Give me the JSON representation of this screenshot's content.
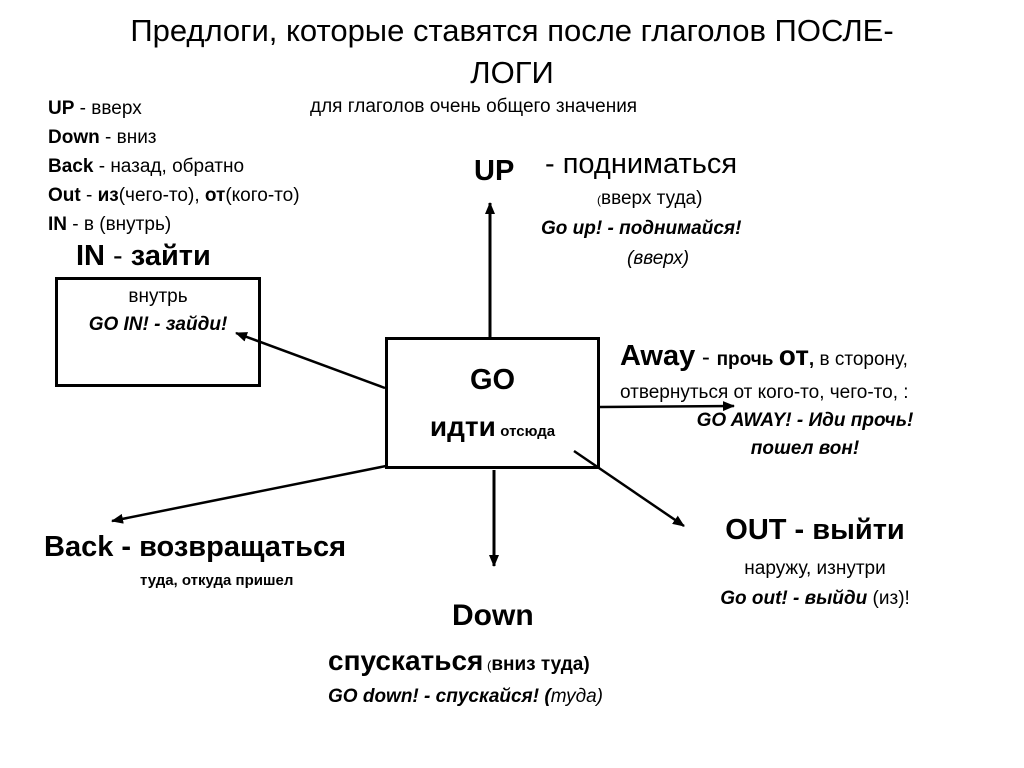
{
  "title": {
    "line1": "Предлоги, которые ставятся после глаголов ПОСЛЕ-",
    "line2": "ЛОГИ"
  },
  "subtitle": "для глаголов очень общего значения",
  "legend": [
    {
      "key": "UP",
      "sep": " - ",
      "text": "вверх"
    },
    {
      "key": "Down",
      "sep": " - ",
      "text": "вниз"
    },
    {
      "key": "Back",
      "sep": " - ",
      "text": "назад, обратно"
    },
    {
      "key": "Out",
      "sep": " - ",
      "from_bold": "из",
      "from_rest": "(чего-то), ",
      "of_bold": "от",
      "of_rest": "(кого-то)"
    },
    {
      "key": "IN",
      "sep": " - ",
      "text": "в (внутрь)"
    }
  ],
  "center": {
    "verb": "GO",
    "translation": "идти",
    "note": "отсюда"
  },
  "up": {
    "key": "UP",
    "meaning": "- подниматься",
    "paren_open": "(",
    "detail": "вверх туда)",
    "example": "Go up! - поднимайся!",
    "example_note": "(вверх)"
  },
  "in": {
    "key": "IN",
    "sep": " - ",
    "meaning": "зайти",
    "detail": "внутрь",
    "example": "GO IN! - зайди!"
  },
  "away": {
    "key": "Away",
    "sep": " - ",
    "meaning_bold1": "прочь ",
    "meaning_big": "от",
    "meaning_bold2": ",",
    "meaning_rest": " в сторону,",
    "line2": "отвернуться от кого-то, чего-то, :",
    "example1": "GO AWAY! - Иди прочь!",
    "example2": "пошел вон!"
  },
  "out": {
    "key": "OUT - выйти",
    "detail": "наружу, изнутри",
    "example_bold": "Go out! - выйди",
    "example_rest": " (из)!"
  },
  "back": {
    "key": "Back - возвращаться",
    "detail": "туда, откуда пришел"
  },
  "down": {
    "key": "Down",
    "meaning": "спускаться",
    "paren_open": " (",
    "detail": "вниз туда)",
    "example_bold": "GO down! - спускайся! (",
    "example_rest": "туда)"
  }
}
